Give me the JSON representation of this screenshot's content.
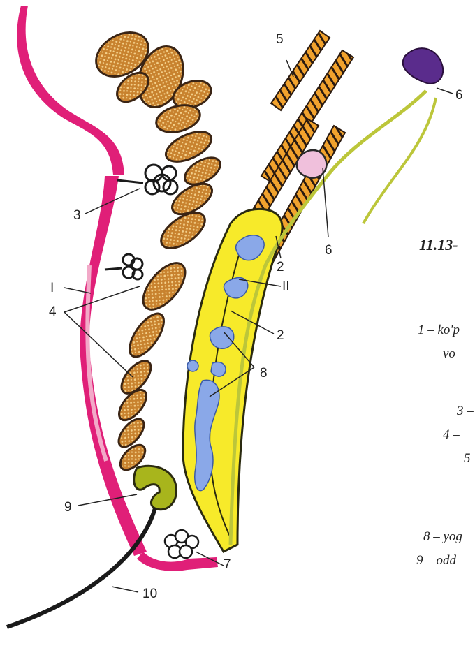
{
  "figure_number": "11.13-",
  "caption_lines": [
    "",
    "1 – ko'p",
    "vo",
    "3 –",
    "4 –",
    "5",
    "8 – yog",
    "9 – odd"
  ],
  "labels": {
    "l1": "I",
    "l2": "II",
    "l3": "3",
    "l4": "4",
    "l5": "5",
    "l6a": "6",
    "l6b": "6",
    "l2a": "2",
    "l2b": "2",
    "l7": "7",
    "l8": "8",
    "l9": "9",
    "l10": "10"
  },
  "colors": {
    "myotome": "#e01f78",
    "myotome_light": "#f2a9c8",
    "fat_body_fill": "#c8822e",
    "fat_body_outline": "#3a2414",
    "sclerotome_fill": "#f7ea2a",
    "sclerotome_dots": "#8aa8e8",
    "stripe_orange": "#f1a22d",
    "nerve_green": "#bcc63a",
    "ganglion_purple": "#5a2c8c",
    "corpuscle_pink": "#f0c0dc",
    "organ_9": "#a8b51c",
    "tract_black": "#1a1a1a"
  }
}
